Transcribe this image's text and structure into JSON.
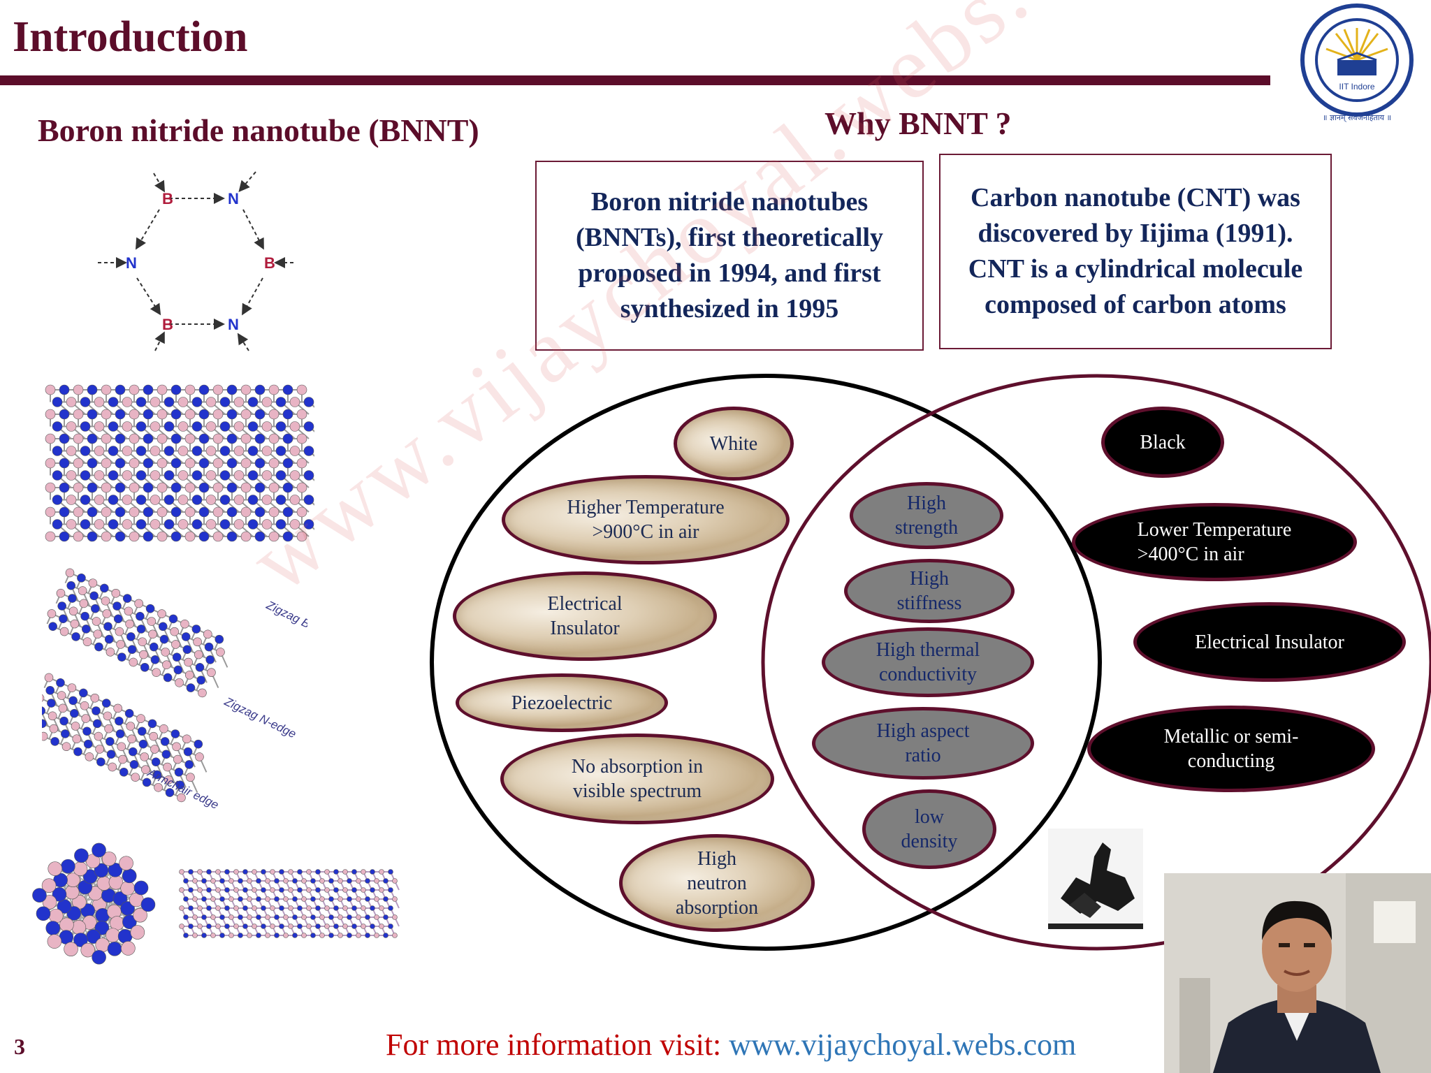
{
  "slide": {
    "title": "Introduction",
    "left_heading": "Boron nitride nanotube (BNNT)",
    "right_heading": "Why BNNT ?",
    "slide_number": "3"
  },
  "logo": {
    "caption": "॥ ज्ञानम् सर्वजनहिताय ॥",
    "inner_text": "IIT Indore"
  },
  "structure_diagram": {
    "atoms": [
      "B",
      "N",
      "N",
      "B",
      "B",
      "N"
    ],
    "edge_labels": [
      "Zigzag B-edge",
      "Zigzag N-edge",
      "Armchair edge"
    ]
  },
  "text_boxes": {
    "bnnt": "Boron nitride nanotubes (BNNTs), first theoretically proposed in 1994, and first synthesized in 1995",
    "cnt": "Carbon nanotube (CNT) was discovered by Iijima (1991). CNT is a cylindrical molecule composed of carbon atoms"
  },
  "venn": {
    "bnnt_only": [
      {
        "lines": [
          "White"
        ]
      },
      {
        "lines": [
          "Higher Temperature",
          ">900°C in air"
        ]
      },
      {
        "lines": [
          "Electrical",
          "Insulator"
        ]
      },
      {
        "lines": [
          "Piezoelectric"
        ]
      },
      {
        "lines": [
          "No absorption in",
          "visible spectrum"
        ]
      },
      {
        "lines": [
          "High",
          "neutron",
          "absorption"
        ]
      }
    ],
    "common": [
      {
        "lines": [
          "High",
          "strength"
        ]
      },
      {
        "lines": [
          "High",
          "stiffness"
        ]
      },
      {
        "lines": [
          "High thermal",
          "conductivity"
        ]
      },
      {
        "lines": [
          "High aspect",
          "ratio"
        ]
      },
      {
        "lines": [
          "low",
          "density"
        ]
      }
    ],
    "cnt_only": [
      {
        "lines": [
          "Black"
        ]
      },
      {
        "lines": [
          "Lower Temperature",
          ">400°C in air"
        ]
      },
      {
        "lines": [
          "Electrical Insulator"
        ]
      },
      {
        "lines": [
          "Metallic or semi-",
          "conducting"
        ]
      }
    ]
  },
  "watermark": "www.vijaychoyal.webs.com",
  "footer": {
    "prefix": "For more information visit: ",
    "link": "www.vijaychoyal.webs.com"
  },
  "colors": {
    "maroon": "#5c0d2a",
    "navy": "#13265a",
    "footer_red": "#c00000",
    "link_blue": "#2e75b6",
    "boron": "#e8b4c4",
    "nitrogen": "#2233cc"
  }
}
